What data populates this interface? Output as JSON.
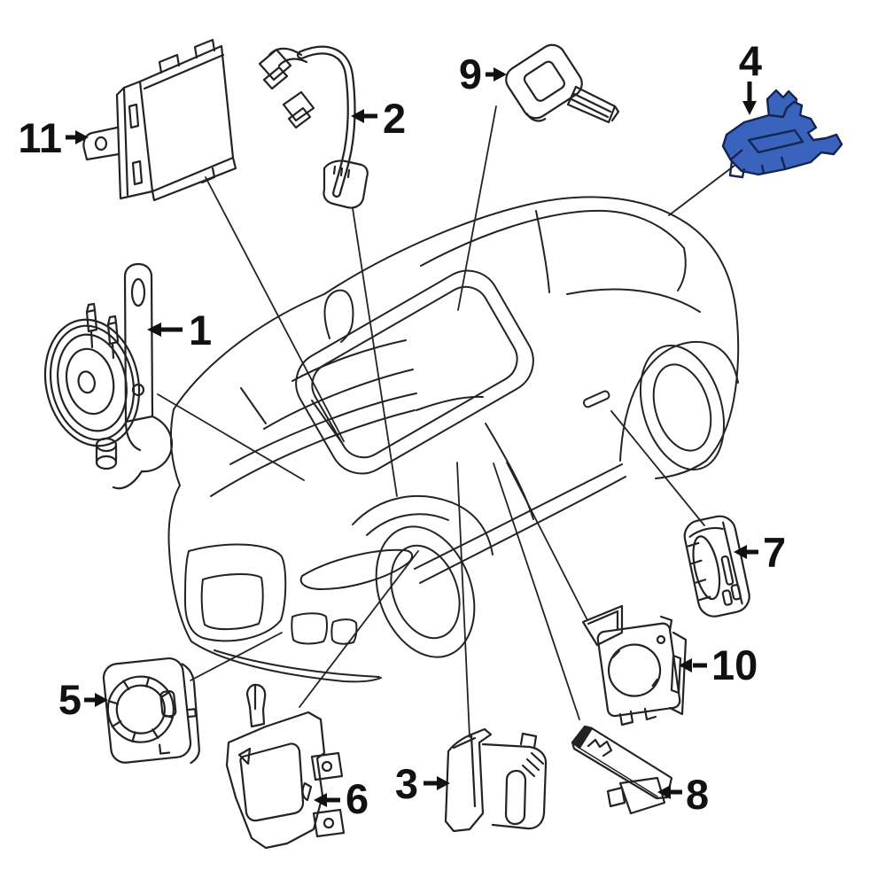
{
  "diagram": {
    "background": "#ffffff",
    "line_color": "#232323",
    "label_color": "#111111",
    "highlight_fill": "#3a63be",
    "highlight_outline": "#16254f",
    "highlighted_callout": "4",
    "callouts": [
      {
        "number": "1"
      },
      {
        "number": "2"
      },
      {
        "number": "3"
      },
      {
        "number": "4"
      },
      {
        "number": "5"
      },
      {
        "number": "6"
      },
      {
        "number": "7"
      },
      {
        "number": "8"
      },
      {
        "number": "9"
      },
      {
        "number": "10"
      },
      {
        "number": "11"
      }
    ]
  }
}
